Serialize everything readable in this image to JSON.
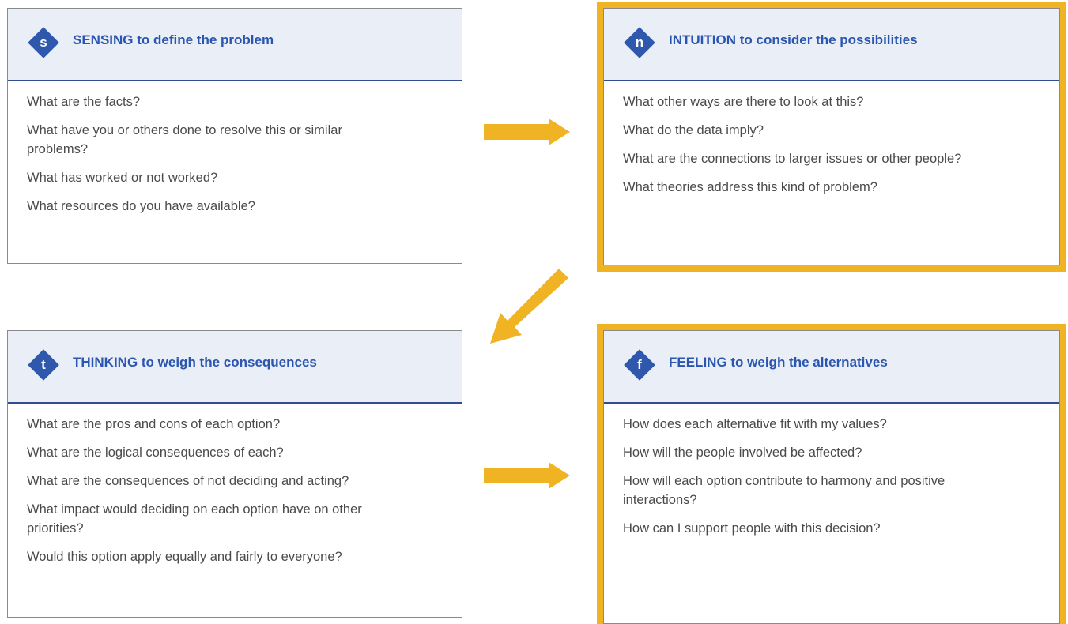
{
  "colors": {
    "accent": "#f0b323",
    "header_bg": "#e9eef7",
    "title_blue": "#2a55b0",
    "badge_blue": "#2f58ad",
    "text": "#4a4a4a"
  },
  "cards": {
    "sensing": {
      "letter": "s",
      "title": "SENSING to define the problem",
      "questions": [
        "What are the facts?",
        "What have you or others done to resolve this or similar problems?",
        "What has worked or not worked?",
        "What resources do you have available?"
      ]
    },
    "intuition": {
      "letter": "n",
      "title": "INTUITION to consider the possibilities",
      "questions": [
        "What other ways are there to look at this?",
        "What do the data imply?",
        "What are the connections to larger issues or other people?",
        "What theories address this kind of problem?"
      ]
    },
    "thinking": {
      "letter": "t",
      "title": "THINKING to weigh the consequences",
      "questions": [
        "What are the pros and cons of each option?",
        "What are the logical consequences of each?",
        "What are the consequences of not deciding and acting?",
        "What impact would deciding on each option have on other priorities?",
        "Would this option apply equally and fairly to everyone?"
      ]
    },
    "feeling": {
      "letter": "f",
      "title": "FEELING to weigh the alternatives",
      "questions": [
        "How does each alternative fit with my values?",
        "How will the people involved be affected?",
        "How will each option contribute to harmony and positive interactions?",
        "How can I support people with this decision?"
      ]
    }
  }
}
